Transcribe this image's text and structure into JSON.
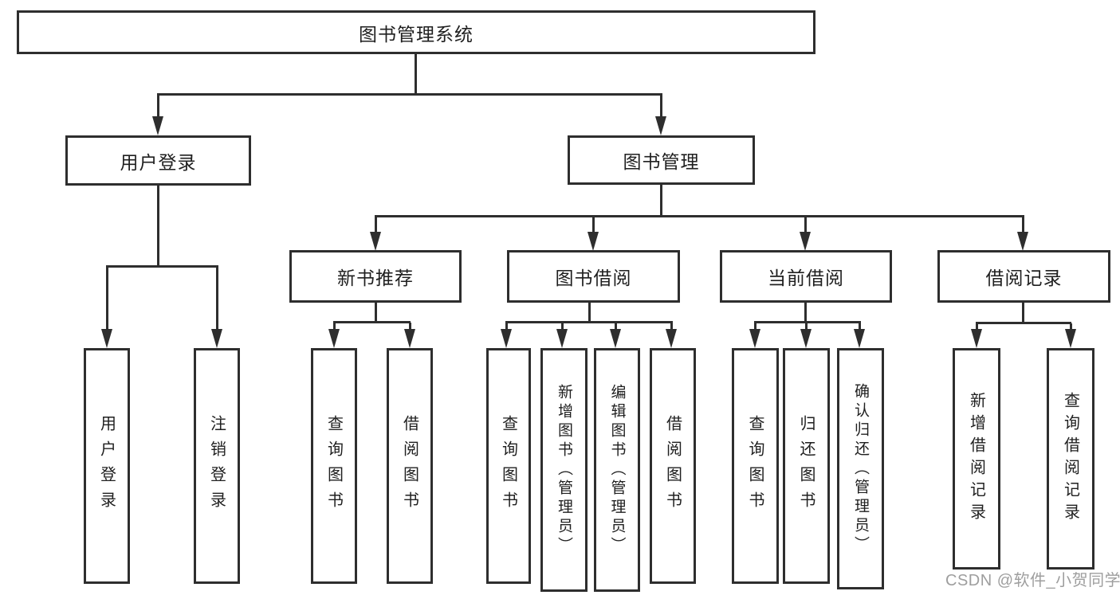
{
  "diagram": {
    "root": {
      "label": "图书管理系统"
    },
    "level2": [
      {
        "label": "用户登录"
      },
      {
        "label": "图书管理"
      }
    ],
    "level3": [
      {
        "label": "新书推荐"
      },
      {
        "label": "图书借阅"
      },
      {
        "label": "当前借阅"
      },
      {
        "label": "借阅记录"
      }
    ],
    "leaves": [
      {
        "label": "用户登录"
      },
      {
        "label": "注销登录"
      },
      {
        "label": "查询图书"
      },
      {
        "label": "借阅图书"
      },
      {
        "label": "查询图书"
      },
      {
        "label": "新增图书（管理员）"
      },
      {
        "label": "编辑图书（管理员）"
      },
      {
        "label": "借阅图书"
      },
      {
        "label": "查询图书"
      },
      {
        "label": "归还图书"
      },
      {
        "label": "确认归还（管理员）"
      },
      {
        "label": "新增借阅记录"
      },
      {
        "label": "查询借阅记录"
      }
    ]
  },
  "watermark": "CSDN @软件_小贺同学",
  "colors": {
    "line": "#2e2e2e",
    "text": "#1f1f1f",
    "watermark": "#9e9e9e",
    "background": "#ffffff"
  }
}
